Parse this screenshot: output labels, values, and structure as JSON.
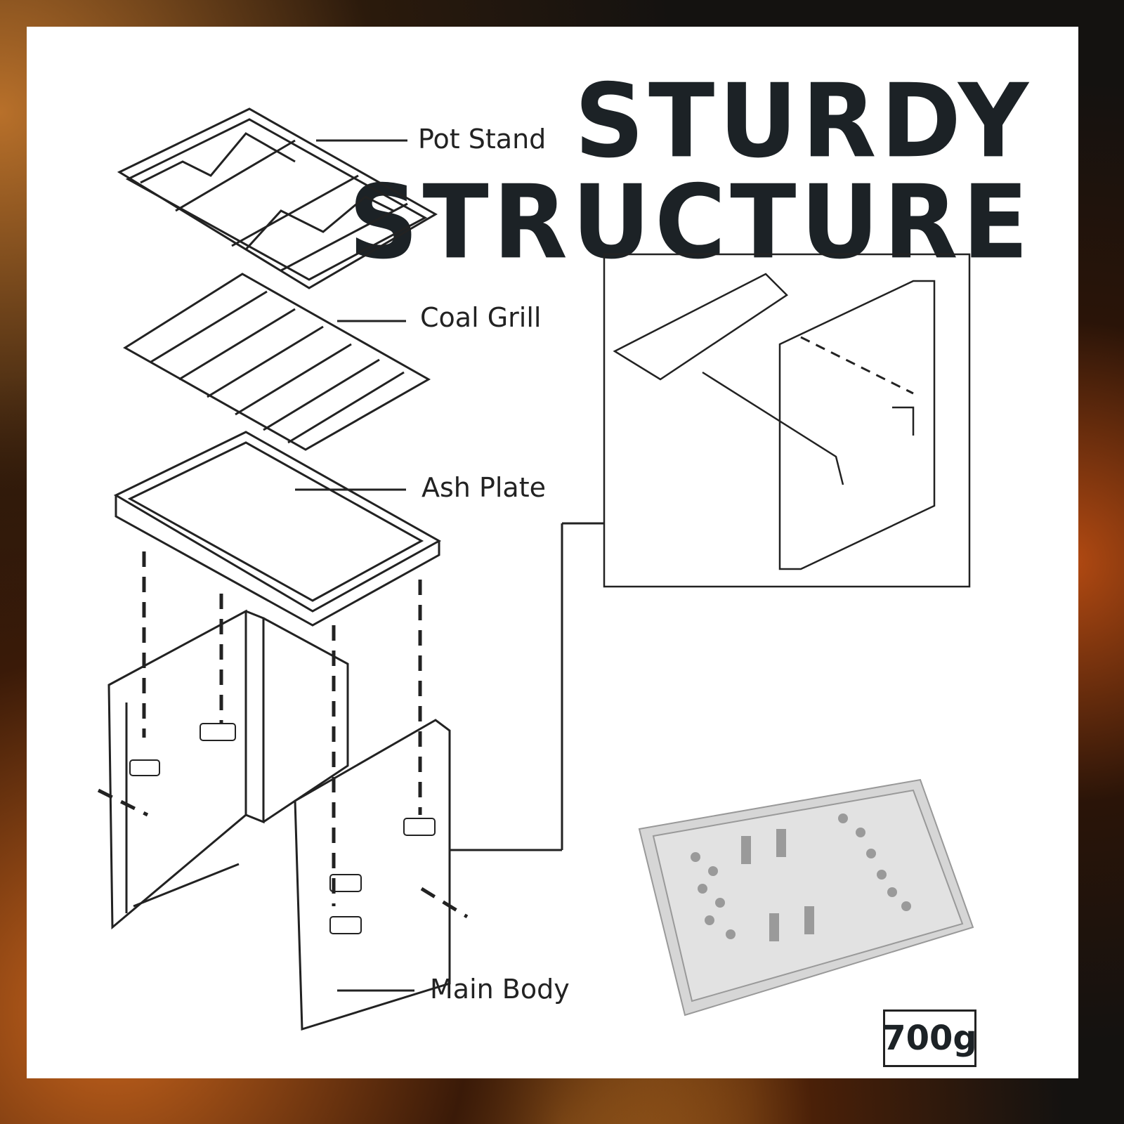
{
  "title": {
    "line1": "STURDY",
    "line2": "STRUCTURE"
  },
  "labels": {
    "pot_stand": "Pot Stand",
    "coal_grill": "Coal Grill",
    "ash_plate": "Ash Plate",
    "main_body": "Main Body"
  },
  "weight": "700g",
  "colors": {
    "title": "#1c2226",
    "panel": "#ffffff",
    "line": "#222222"
  }
}
